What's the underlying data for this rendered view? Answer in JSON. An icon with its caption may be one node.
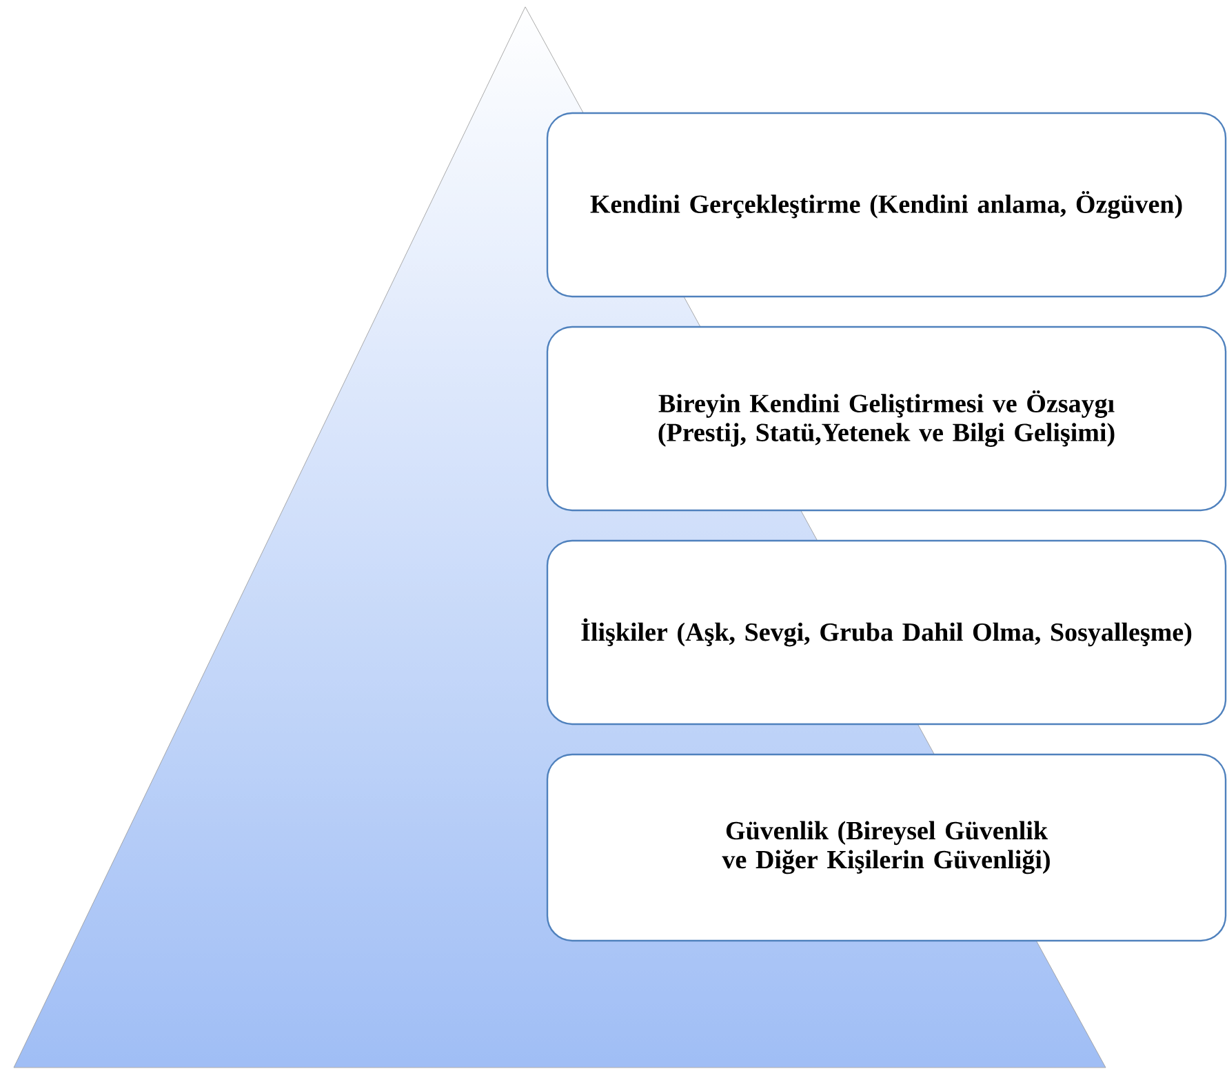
{
  "diagram": {
    "nodes": [
      {
        "text": [
          "Kendini Gerçekleştirme (Kendini anlama, Özgüven)"
        ]
      },
      {
        "text": [
          "Bireyin Kendini Geliştirmesi ve Özsaygı (Prestij, Statü,Yetenek ve Bilgi Gelişimi)"
        ]
      },
      {
        "text": [
          "İlişkiler (Aşk, Sevgi, Gruba Dahil Olma, Sosyalleşme)"
        ]
      },
      {
        "text": [
          "Güvenlik (Bireysel Güvenlik ve Diğer Kişilerin Güvenliği)"
        ]
      }
    ]
  }
}
